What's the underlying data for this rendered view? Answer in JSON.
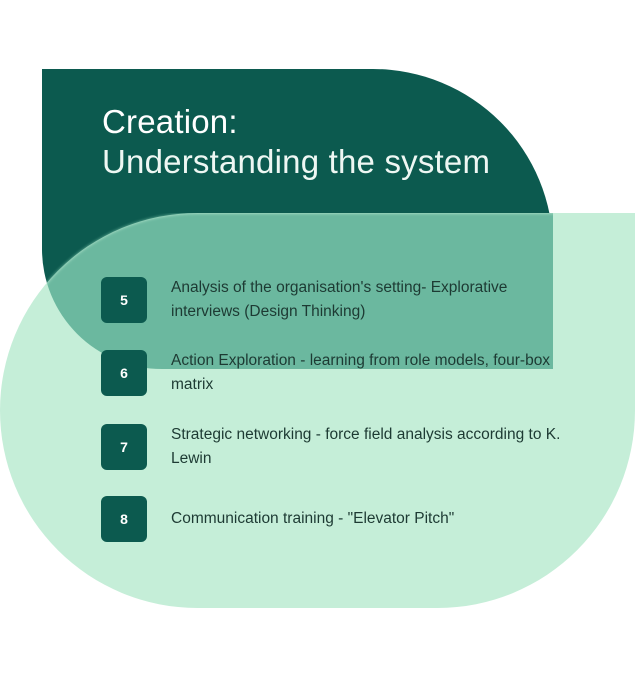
{
  "title": {
    "line1": "Creation:",
    "line2": "Understanding the system"
  },
  "items": [
    {
      "number": "5",
      "text": "Analysis of the organisation's setting- Explorative interviews (Design Thinking)"
    },
    {
      "number": "6",
      "text": "Action Exploration - learning from role models, four-box matrix"
    },
    {
      "number": "7",
      "text": "Strategic networking - force field analysis according to K. Lewin"
    },
    {
      "number": "8",
      "text": "Communication training - \"Elevator Pitch\""
    }
  ],
  "colors": {
    "dark_green": "#0c5a4f",
    "light_green": "#c5eed8",
    "overlap_green": "#6bb89f"
  }
}
